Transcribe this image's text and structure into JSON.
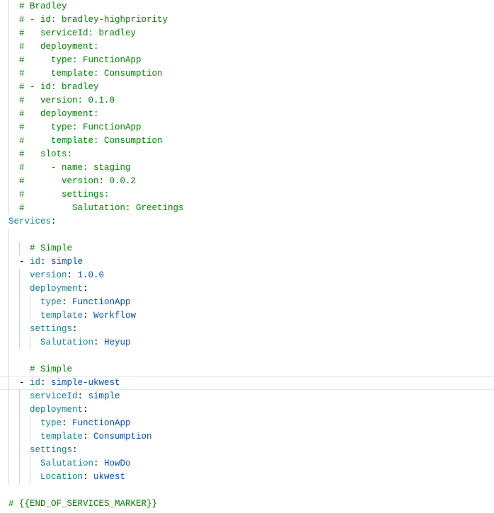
{
  "editor": {
    "language": "yaml",
    "colors": {
      "comment": "#008000",
      "key": "#0f7f8a",
      "value": "#0451a5"
    },
    "current_line": 28,
    "lines": [
      {
        "col": 2,
        "tokens": [
          [
            "c",
            "# Bradley"
          ]
        ]
      },
      {
        "col": 2,
        "tokens": [
          [
            "c",
            "# - id: bradley-highpriority"
          ]
        ]
      },
      {
        "col": 2,
        "tokens": [
          [
            "c",
            "#   serviceId: bradley"
          ]
        ]
      },
      {
        "col": 2,
        "tokens": [
          [
            "c",
            "#   deployment:"
          ]
        ]
      },
      {
        "col": 2,
        "tokens": [
          [
            "c",
            "#     type: FunctionApp"
          ]
        ]
      },
      {
        "col": 2,
        "tokens": [
          [
            "c",
            "#     template: Consumption"
          ]
        ]
      },
      {
        "col": 2,
        "tokens": [
          [
            "c",
            "# - id: bradley"
          ]
        ]
      },
      {
        "col": 2,
        "tokens": [
          [
            "c",
            "#   version: 0.1.0"
          ]
        ]
      },
      {
        "col": 2,
        "tokens": [
          [
            "c",
            "#   deployment:"
          ]
        ]
      },
      {
        "col": 2,
        "tokens": [
          [
            "c",
            "#     type: FunctionApp"
          ]
        ]
      },
      {
        "col": 2,
        "tokens": [
          [
            "c",
            "#     template: Consumption"
          ]
        ]
      },
      {
        "col": 2,
        "tokens": [
          [
            "c",
            "#   slots:"
          ]
        ]
      },
      {
        "col": 2,
        "tokens": [
          [
            "c",
            "#     - name: staging"
          ]
        ]
      },
      {
        "col": 2,
        "tokens": [
          [
            "c",
            "#       version: 0.0.2"
          ]
        ]
      },
      {
        "col": 2,
        "tokens": [
          [
            "c",
            "#       settings:"
          ]
        ]
      },
      {
        "col": 2,
        "tokens": [
          [
            "c",
            "#         Salutation: Greetings"
          ]
        ]
      },
      {
        "col": 0,
        "tokens": [
          [
            "k",
            "Services"
          ],
          [
            "p",
            ":"
          ]
        ]
      },
      {
        "col": 0,
        "tokens": []
      },
      {
        "col": 4,
        "tokens": [
          [
            "c",
            "# Simple"
          ]
        ]
      },
      {
        "col": 2,
        "tokens": [
          [
            "p",
            "- "
          ],
          [
            "k",
            "id"
          ],
          [
            "p",
            ": "
          ],
          [
            "v",
            "simple"
          ]
        ]
      },
      {
        "col": 4,
        "tokens": [
          [
            "k",
            "version"
          ],
          [
            "p",
            ": "
          ],
          [
            "v",
            "1.0.0"
          ]
        ]
      },
      {
        "col": 4,
        "tokens": [
          [
            "k",
            "deployment"
          ],
          [
            "p",
            ":"
          ]
        ]
      },
      {
        "col": 6,
        "tokens": [
          [
            "k",
            "type"
          ],
          [
            "p",
            ": "
          ],
          [
            "v",
            "FunctionApp"
          ]
        ]
      },
      {
        "col": 6,
        "tokens": [
          [
            "k",
            "template"
          ],
          [
            "p",
            ": "
          ],
          [
            "v",
            "Workflow"
          ]
        ]
      },
      {
        "col": 4,
        "tokens": [
          [
            "k",
            "settings"
          ],
          [
            "p",
            ":"
          ]
        ]
      },
      {
        "col": 6,
        "tokens": [
          [
            "k",
            "Salutation"
          ],
          [
            "p",
            ": "
          ],
          [
            "v",
            "Heyup"
          ]
        ]
      },
      {
        "col": 0,
        "tokens": []
      },
      {
        "col": 4,
        "tokens": [
          [
            "c",
            "# Simple"
          ]
        ]
      },
      {
        "col": 2,
        "tokens": [
          [
            "p",
            "- "
          ],
          [
            "k",
            "id"
          ],
          [
            "p",
            ": "
          ],
          [
            "v",
            "simple-ukwest"
          ]
        ]
      },
      {
        "col": 4,
        "tokens": [
          [
            "k",
            "serviceId"
          ],
          [
            "p",
            ": "
          ],
          [
            "v",
            "simple"
          ]
        ]
      },
      {
        "col": 4,
        "tokens": [
          [
            "k",
            "deployment"
          ],
          [
            "p",
            ":"
          ]
        ]
      },
      {
        "col": 6,
        "tokens": [
          [
            "k",
            "type"
          ],
          [
            "p",
            ": "
          ],
          [
            "v",
            "FunctionApp"
          ]
        ]
      },
      {
        "col": 6,
        "tokens": [
          [
            "k",
            "template"
          ],
          [
            "p",
            ": "
          ],
          [
            "v",
            "Consumption"
          ]
        ]
      },
      {
        "col": 4,
        "tokens": [
          [
            "k",
            "settings"
          ],
          [
            "p",
            ":"
          ]
        ]
      },
      {
        "col": 6,
        "tokens": [
          [
            "k",
            "Salutation"
          ],
          [
            "p",
            ": "
          ],
          [
            "v",
            "HowDo"
          ]
        ]
      },
      {
        "col": 6,
        "tokens": [
          [
            "k",
            "Location"
          ],
          [
            "p",
            ": "
          ],
          [
            "v",
            "ukwest"
          ]
        ]
      },
      {
        "col": 0,
        "tokens": []
      },
      {
        "col": 0,
        "tokens": [
          [
            "c",
            "# {{END_OF_SERVICES_MARKER}}"
          ]
        ]
      }
    ]
  }
}
